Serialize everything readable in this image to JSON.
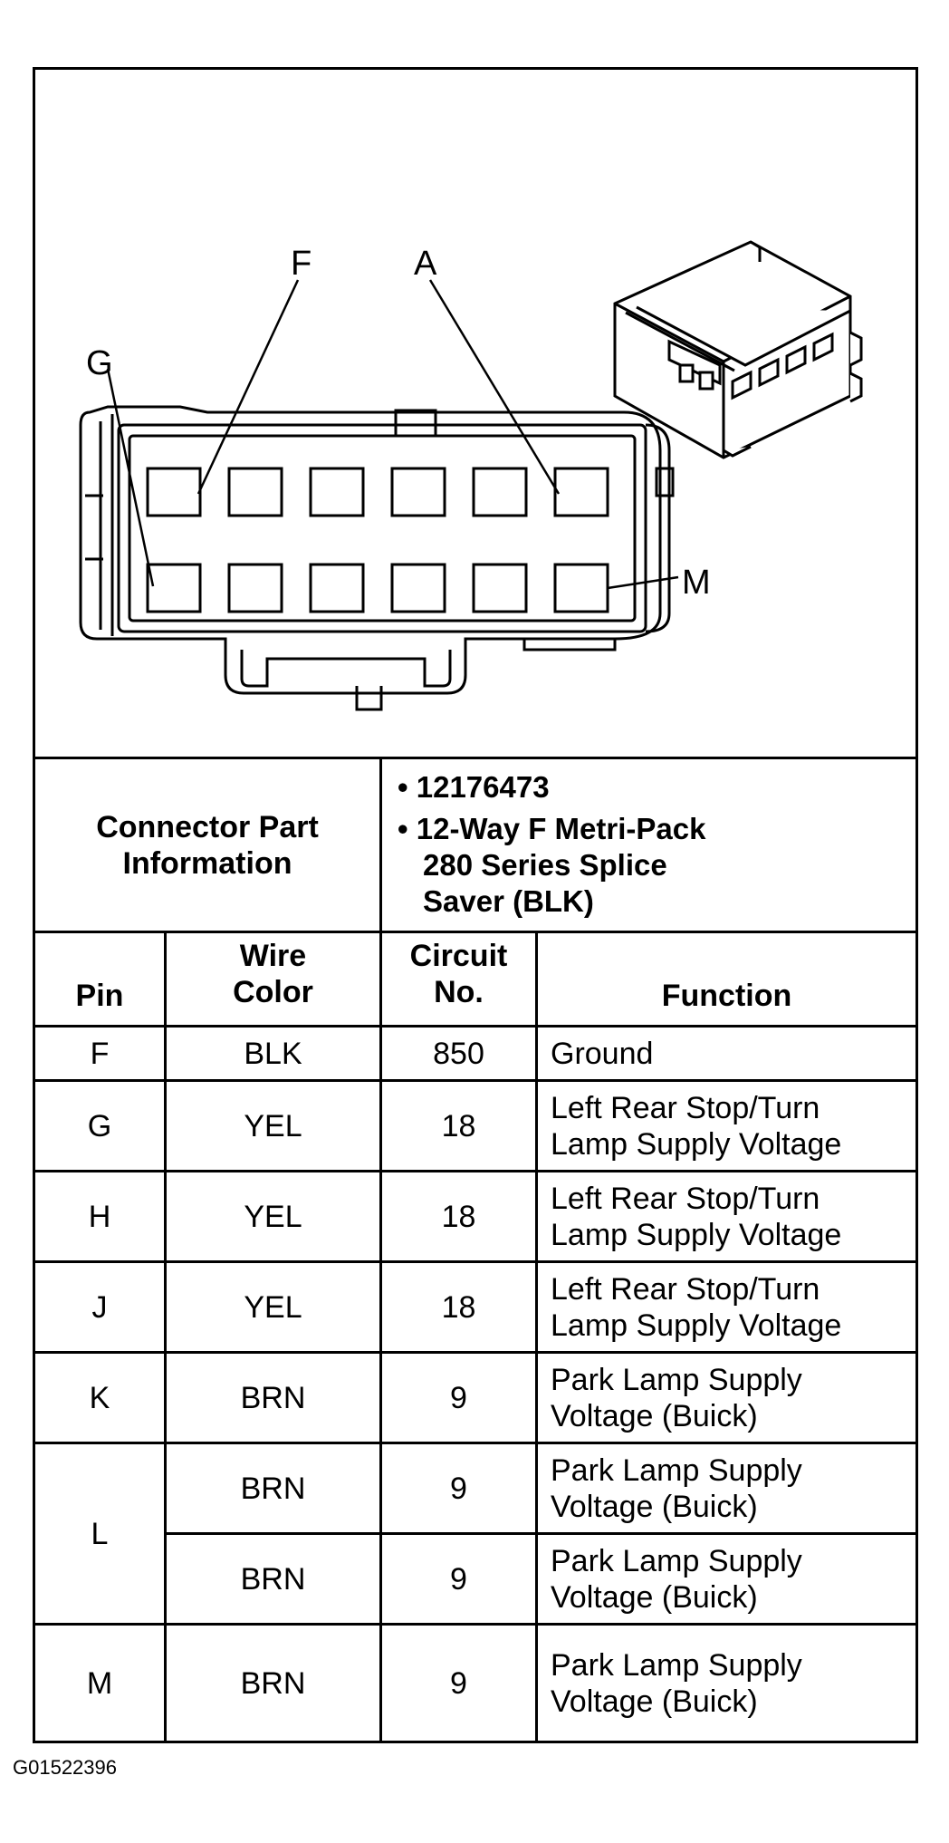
{
  "diagram": {
    "pin_labels": [
      "F",
      "A",
      "G",
      "M"
    ]
  },
  "connector_info": {
    "label_line1": "Connector Part",
    "label_line2": "Information",
    "part_number": "12176473",
    "desc_line1": "12-Way F Metri-Pack",
    "desc_line2": "280 Series Splice",
    "desc_line3": "Saver (BLK)"
  },
  "table": {
    "headers": {
      "pin": "Pin",
      "wire_color_1": "Wire",
      "wire_color_2": "Color",
      "circuit_1": "Circuit",
      "circuit_2": "No.",
      "function": "Function"
    },
    "rows": [
      {
        "pin": "F",
        "color": "BLK",
        "circuit": "850",
        "func1": "Ground",
        "func2": ""
      },
      {
        "pin": "G",
        "color": "YEL",
        "circuit": "18",
        "func1": "Left Rear Stop/Turn",
        "func2": "Lamp Supply Voltage"
      },
      {
        "pin": "H",
        "color": "YEL",
        "circuit": "18",
        "func1": "Left Rear Stop/Turn",
        "func2": "Lamp Supply Voltage"
      },
      {
        "pin": "J",
        "color": "YEL",
        "circuit": "18",
        "func1": "Left Rear Stop/Turn",
        "func2": "Lamp Supply Voltage"
      },
      {
        "pin": "K",
        "color": "BRN",
        "circuit": "9",
        "func1": "Park Lamp Supply",
        "func2": "Voltage (Buick)"
      },
      {
        "pin": "L",
        "color": "BRN",
        "circuit": "9",
        "func1": "Park Lamp Supply",
        "func2": "Voltage (Buick)"
      },
      {
        "pin": "",
        "color": "BRN",
        "circuit": "9",
        "func1": "Park Lamp Supply",
        "func2": "Voltage (Buick)"
      },
      {
        "pin": "M",
        "color": "BRN",
        "circuit": "9",
        "func1": "Park Lamp Supply",
        "func2": "Voltage (Buick)"
      }
    ]
  },
  "figure_id": "G01522396"
}
